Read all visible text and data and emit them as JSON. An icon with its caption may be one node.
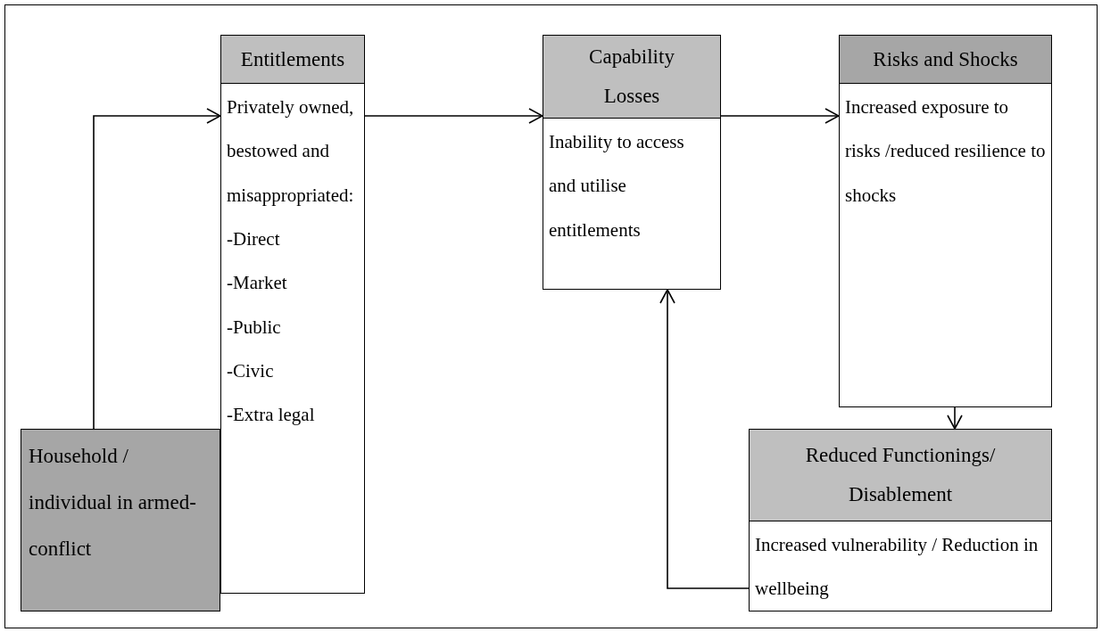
{
  "diagram": {
    "nodes": [
      {
        "text": [
          "Household / individual in armed-conflict"
        ]
      },
      {
        "text": [
          "Entitlements",
          "Privately owned, bestowed and misappropriated:",
          "-Direct",
          "-Market",
          "-Public",
          "-Civic",
          "-Extra legal"
        ]
      },
      {
        "text": [
          "Capability Losses",
          "Inability to access and utilise entitlements"
        ]
      },
      {
        "text": [
          "Risks and Shocks",
          "Increased exposure to risks /reduced resilience to shocks"
        ]
      },
      {
        "text": [
          "Reduced Functionings/ Disablement",
          "Increased vulnerability / Reduction in wellbeing"
        ]
      }
    ],
    "edges": [
      {
        "from": 0,
        "to": 1,
        "arrow": "to"
      },
      {
        "from": 1,
        "to": 2,
        "arrow": "to"
      },
      {
        "from": 2,
        "to": 3,
        "arrow": "to"
      },
      {
        "from": 3,
        "to": 4,
        "arrow": "to"
      },
      {
        "from": 4,
        "to": 2,
        "arrow": "to"
      }
    ]
  }
}
